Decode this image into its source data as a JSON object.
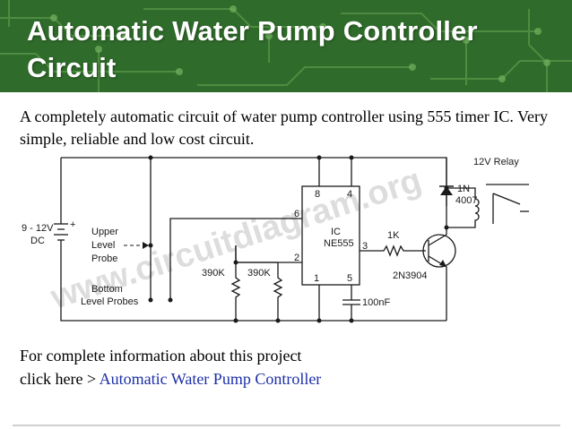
{
  "slide": {
    "title": "Automatic Water Pump Controller Circuit",
    "description": "A completely automatic circuit of water pump controller using 555 timer IC. Very simple, reliable and low cost circuit.",
    "footer_line1": "For complete information about this project",
    "footer_prefix": "click here > ",
    "footer_link": "Automatic Water Pump Controller"
  },
  "diagram": {
    "watermark": "www.circuitdiagram.org",
    "supply_label": "9 - 12V",
    "supply_unit": "DC",
    "plus_sign": "+",
    "upper_probe_label": [
      "Upper",
      "Level",
      "Probe"
    ],
    "bottom_probe_label": [
      "Bottom",
      "Level Probes"
    ],
    "ic_label": "IC",
    "ic_part": "NE555",
    "pin_8": "8",
    "pin_4": "4",
    "pin_6": "6",
    "pin_2": "2",
    "pin_3": "3",
    "pin_1": "1",
    "pin_5": "5",
    "r1_value": "390K",
    "r2_value": "390K",
    "r3_value": "1K",
    "capacitor_value": "100nF",
    "transistor": "2N3904",
    "diode_line1": "1N",
    "diode_line2": "4007",
    "relay_label": "12V Relay"
  },
  "colors": {
    "header_green": "#2f6b2a",
    "link_blue": "#1c2fa8",
    "wire": "#1a1a1a"
  }
}
